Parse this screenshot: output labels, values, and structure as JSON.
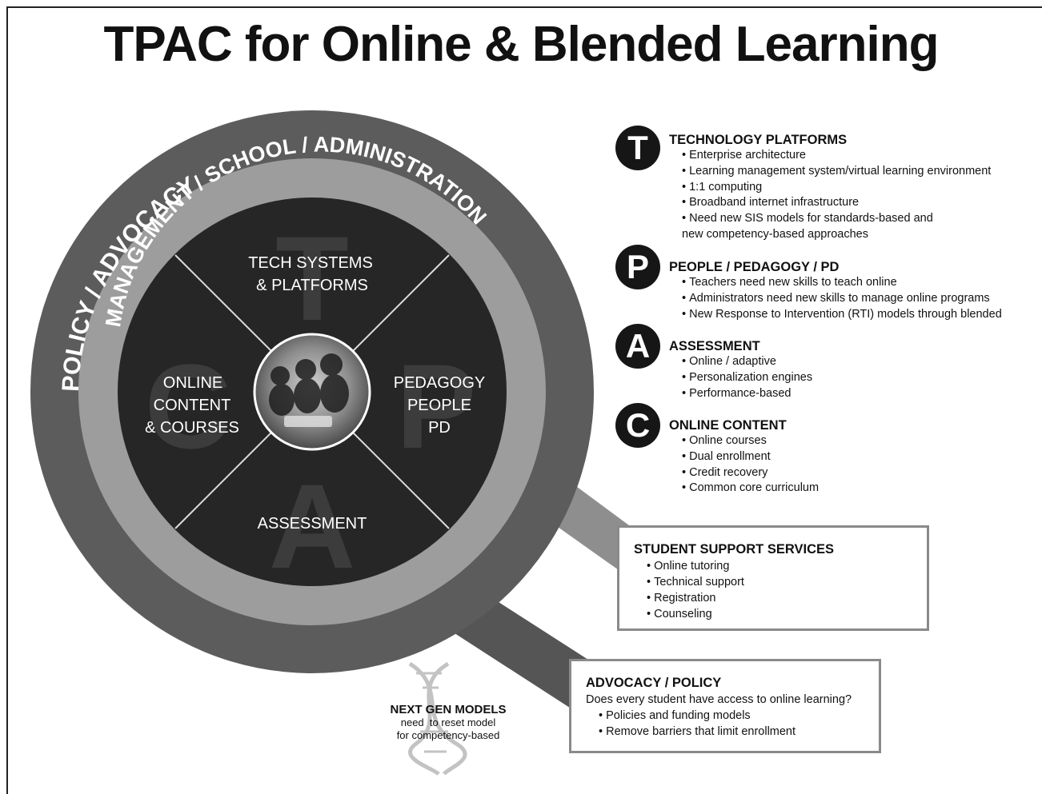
{
  "title": "TPAC for Online & Blended Learning",
  "rings": {
    "outer": "POLICY / ADVOCACY",
    "middle": "MANAGEMENT / SCHOOL / ADMINISTRATION"
  },
  "quadrants": {
    "top": {
      "letter": "T",
      "line1": "TECH SYSTEMS",
      "line2": "& PLATFORMS"
    },
    "left": {
      "letter": "C",
      "line1": "ONLINE",
      "line2": "CONTENT",
      "line3": "& COURSES"
    },
    "right": {
      "letter": "P",
      "line1": "PEDAGOGY",
      "line2": "PEOPLE",
      "line3": "PD"
    },
    "bottom": {
      "letter": "A",
      "line1": "ASSESSMENT"
    }
  },
  "sections": [
    {
      "letter": "T",
      "heading": "TECHNOLOGY PLATFORMS",
      "items": [
        "Enterprise architecture",
        "Learning management system/virtual learning environment",
        "1:1 computing",
        "Broadband internet infrastructure",
        "Need new SIS models for standards-based and new competency-based approaches"
      ]
    },
    {
      "letter": "P",
      "heading": "PEOPLE / PEDAGOGY / PD",
      "items": [
        "Teachers need new skills to teach online",
        "Administrators need new skills to manage online programs",
        "New Response to Intervention (RTI) models through blended"
      ]
    },
    {
      "letter": "A",
      "heading": "ASSESSMENT",
      "items": [
        "Online / adaptive",
        "Personalization engines",
        "Performance-based"
      ]
    },
    {
      "letter": "C",
      "heading": "ONLINE CONTENT",
      "items": [
        "Online courses",
        "Dual enrollment",
        "Credit recovery",
        "Common core curriculum"
      ]
    }
  ],
  "student_support": {
    "heading": "STUDENT SUPPORT SERVICES",
    "items": [
      "Online tutoring",
      "Technical support",
      "Registration",
      "Counseling"
    ]
  },
  "advocacy": {
    "heading": "ADVOCACY / POLICY",
    "question": "Does every student have access to online learning?",
    "items": [
      "Policies and funding models",
      "Remove barriers that limit enrollment"
    ]
  },
  "next_gen": {
    "heading": "NEXT GEN MODELS",
    "line1": "need  to reset model",
    "line2": "for competency-based"
  }
}
